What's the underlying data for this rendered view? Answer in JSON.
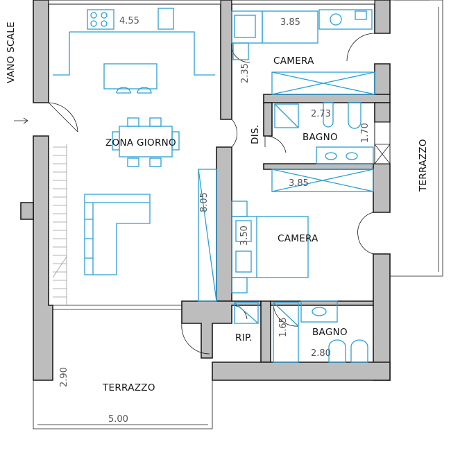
{
  "rooms": {
    "vano_scale": "VANO SCALE",
    "zona_giorno": "ZONA GIORNO",
    "camera_top": "CAMERA",
    "bagno_top": "BAGNO",
    "dis": "DIS.",
    "terrazzo_right": "TERRAZZO",
    "camera_mid": "CAMERA",
    "rip": "RIP.",
    "bagno_bottom": "BAGNO",
    "terrazzo_bottom": "TERRAZZO"
  },
  "dimensions": {
    "kitchen": "4.55",
    "camera_top_width": "3.85",
    "camera_top_depth": "2.35",
    "bagno_top_width": "2.73",
    "bagno_top_depth": "1.70",
    "wardrobe_width": "3.85",
    "corridor_length": "8.05",
    "camera_mid_depth": "3.50",
    "bagno_bottom_depth": "1.65",
    "bagno_bottom_width": "2.80",
    "terrazzo_depth": "2.90",
    "terrazzo_width": "5.00"
  },
  "colors": {
    "furniture": "#2a9fd6",
    "wall_fill": "#bdbdbd",
    "wall_stroke": "#1a1a1a"
  }
}
